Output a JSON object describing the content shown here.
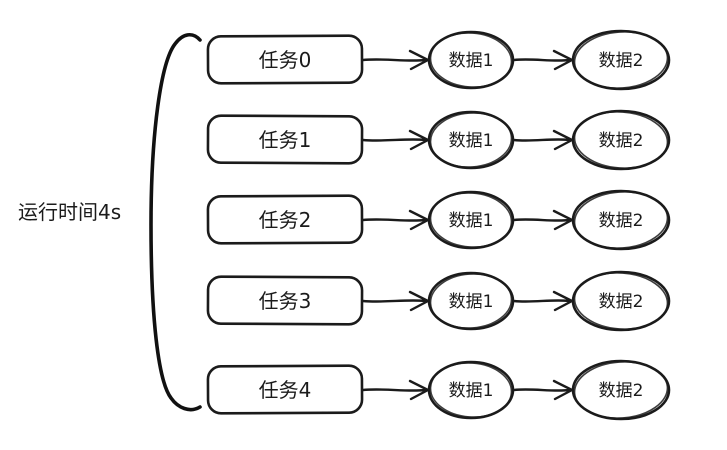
{
  "diagram": {
    "background_color": "#ffffff",
    "stroke_color": "#1b1b1b",
    "brace": {
      "label": "运行时间4s"
    },
    "rows": [
      {
        "task": "任务0",
        "data1": "数据1",
        "data2": "数据2"
      },
      {
        "task": "任务1",
        "data1": "数据1",
        "data2": "数据2"
      },
      {
        "task": "任务2",
        "data1": "数据1",
        "data2": "数据2"
      },
      {
        "task": "任务3",
        "data1": "数据1",
        "data2": "数据2"
      },
      {
        "task": "任务4",
        "data1": "数据1",
        "data2": "数据2"
      }
    ]
  }
}
